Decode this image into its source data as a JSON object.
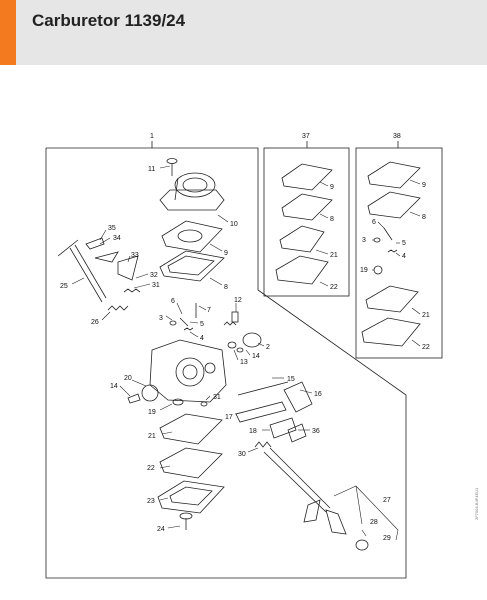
{
  "header": {
    "title": "Carburetor 1139/24",
    "accent_color": "#f37a1f",
    "background_color": "#e6e6e6"
  },
  "diagram": {
    "group_labels": {
      "main": "1",
      "kit_a": "37",
      "kit_b": "38"
    },
    "callouts": {
      "c11": "11",
      "c10": "10",
      "c9a": "9",
      "c8a": "8",
      "c35": "35",
      "c34": "34",
      "c33": "33",
      "c32": "32",
      "c31a": "31",
      "c25": "25",
      "c26": "26",
      "c6a": "6",
      "c7": "7",
      "c3a": "3",
      "c5a": "5",
      "c4a": "4",
      "c12": "12",
      "c2": "2",
      "c14a": "14",
      "c13": "13",
      "c20": "20",
      "c14b": "14",
      "c19a": "19",
      "c31b": "31",
      "c15": "15",
      "c16": "16",
      "c17": "17",
      "c18": "18",
      "c36": "36",
      "c30": "30",
      "c21a": "21",
      "c22a": "22",
      "c23": "23",
      "c24": "24",
      "c27": "27",
      "c28": "28",
      "c29": "29",
      "k9a": "9",
      "k8a": "8",
      "k21a": "21",
      "k22a": "22",
      "k9b": "9",
      "k8b": "8",
      "k6b": "6",
      "k3b": "3",
      "k5b": "5",
      "k4b": "4",
      "k19b": "19",
      "k21b": "21",
      "k22b": "22"
    },
    "drawing_code": "2F7004-B4F4EU1"
  }
}
